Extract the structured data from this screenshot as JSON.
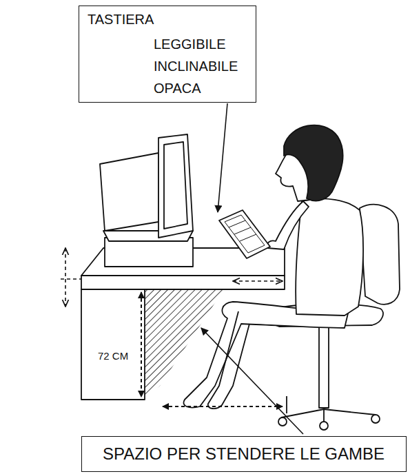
{
  "diagram": {
    "nodes": [
      {
        "text": [
          "TASTIERA",
          "LEGGIBILE",
          "INCLINABILE",
          "OPACA"
        ]
      },
      {
        "text": [
          "SPAZIO PER STENDERE LE GAMBE"
        ]
      }
    ],
    "labels": [
      "72 CM"
    ]
  }
}
